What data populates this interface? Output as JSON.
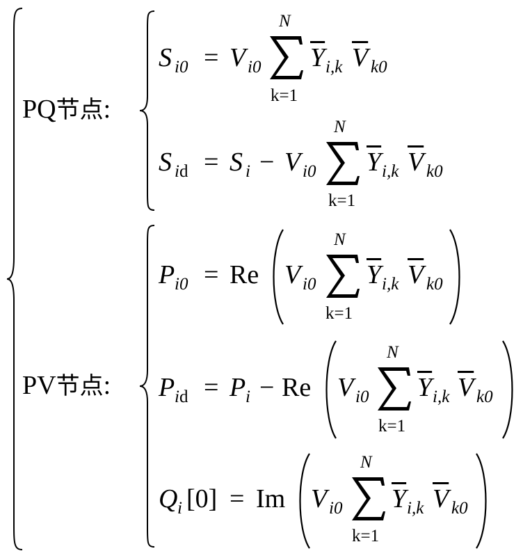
{
  "groups": {
    "pq": {
      "label_latin": "PQ",
      "label_chinese": "节点",
      "label_colon": ":"
    },
    "pv": {
      "label_latin": "PV",
      "label_chinese": "节点",
      "label_colon": ":"
    }
  },
  "equations": {
    "eq1": {
      "lhs": "S",
      "lhs_sub": "i0",
      "equals": "=",
      "t1": "V",
      "t1_sub": "i0",
      "sum_top": "N",
      "sum_bottom": "k=1",
      "y": "Y",
      "y_sub": "i,k",
      "v": "V",
      "v_sub": "k0"
    },
    "eq2": {
      "lhs": "S",
      "lhs_sub_i": "i",
      "lhs_sub_d": "d",
      "equals": "=",
      "s": "S",
      "s_sub": "i",
      "minus": "−",
      "t1": "V",
      "t1_sub": "i0",
      "sum_top": "N",
      "sum_bottom": "k=1",
      "y": "Y",
      "y_sub": "i,k",
      "v": "V",
      "v_sub": "k0"
    },
    "eq3": {
      "lhs": "P",
      "lhs_sub": "i0",
      "equals": "=",
      "op": "Re",
      "t1": "V",
      "t1_sub": "i0",
      "sum_top": "N",
      "sum_bottom": "k=1",
      "y": "Y",
      "y_sub": "i,k",
      "v": "V",
      "v_sub": "k0"
    },
    "eq4": {
      "lhs": "P",
      "lhs_sub_i": "i",
      "lhs_sub_d": "d",
      "equals": "=",
      "p": "P",
      "p_sub": "i",
      "minus": "−",
      "op": "Re",
      "t1": "V",
      "t1_sub": "i0",
      "sum_top": "N",
      "sum_bottom": "k=1",
      "y": "Y",
      "y_sub": "i,k",
      "v": "V",
      "v_sub": "k0"
    },
    "eq5": {
      "lhs": "Q",
      "lhs_sub": "i",
      "lhs_index": "[0]",
      "equals": "=",
      "op": "Im",
      "t1": "V",
      "t1_sub": "i0",
      "sum_top": "N",
      "sum_bottom": "k=1",
      "y": "Y",
      "y_sub": "i,k",
      "v": "V",
      "v_sub": "k0"
    }
  }
}
